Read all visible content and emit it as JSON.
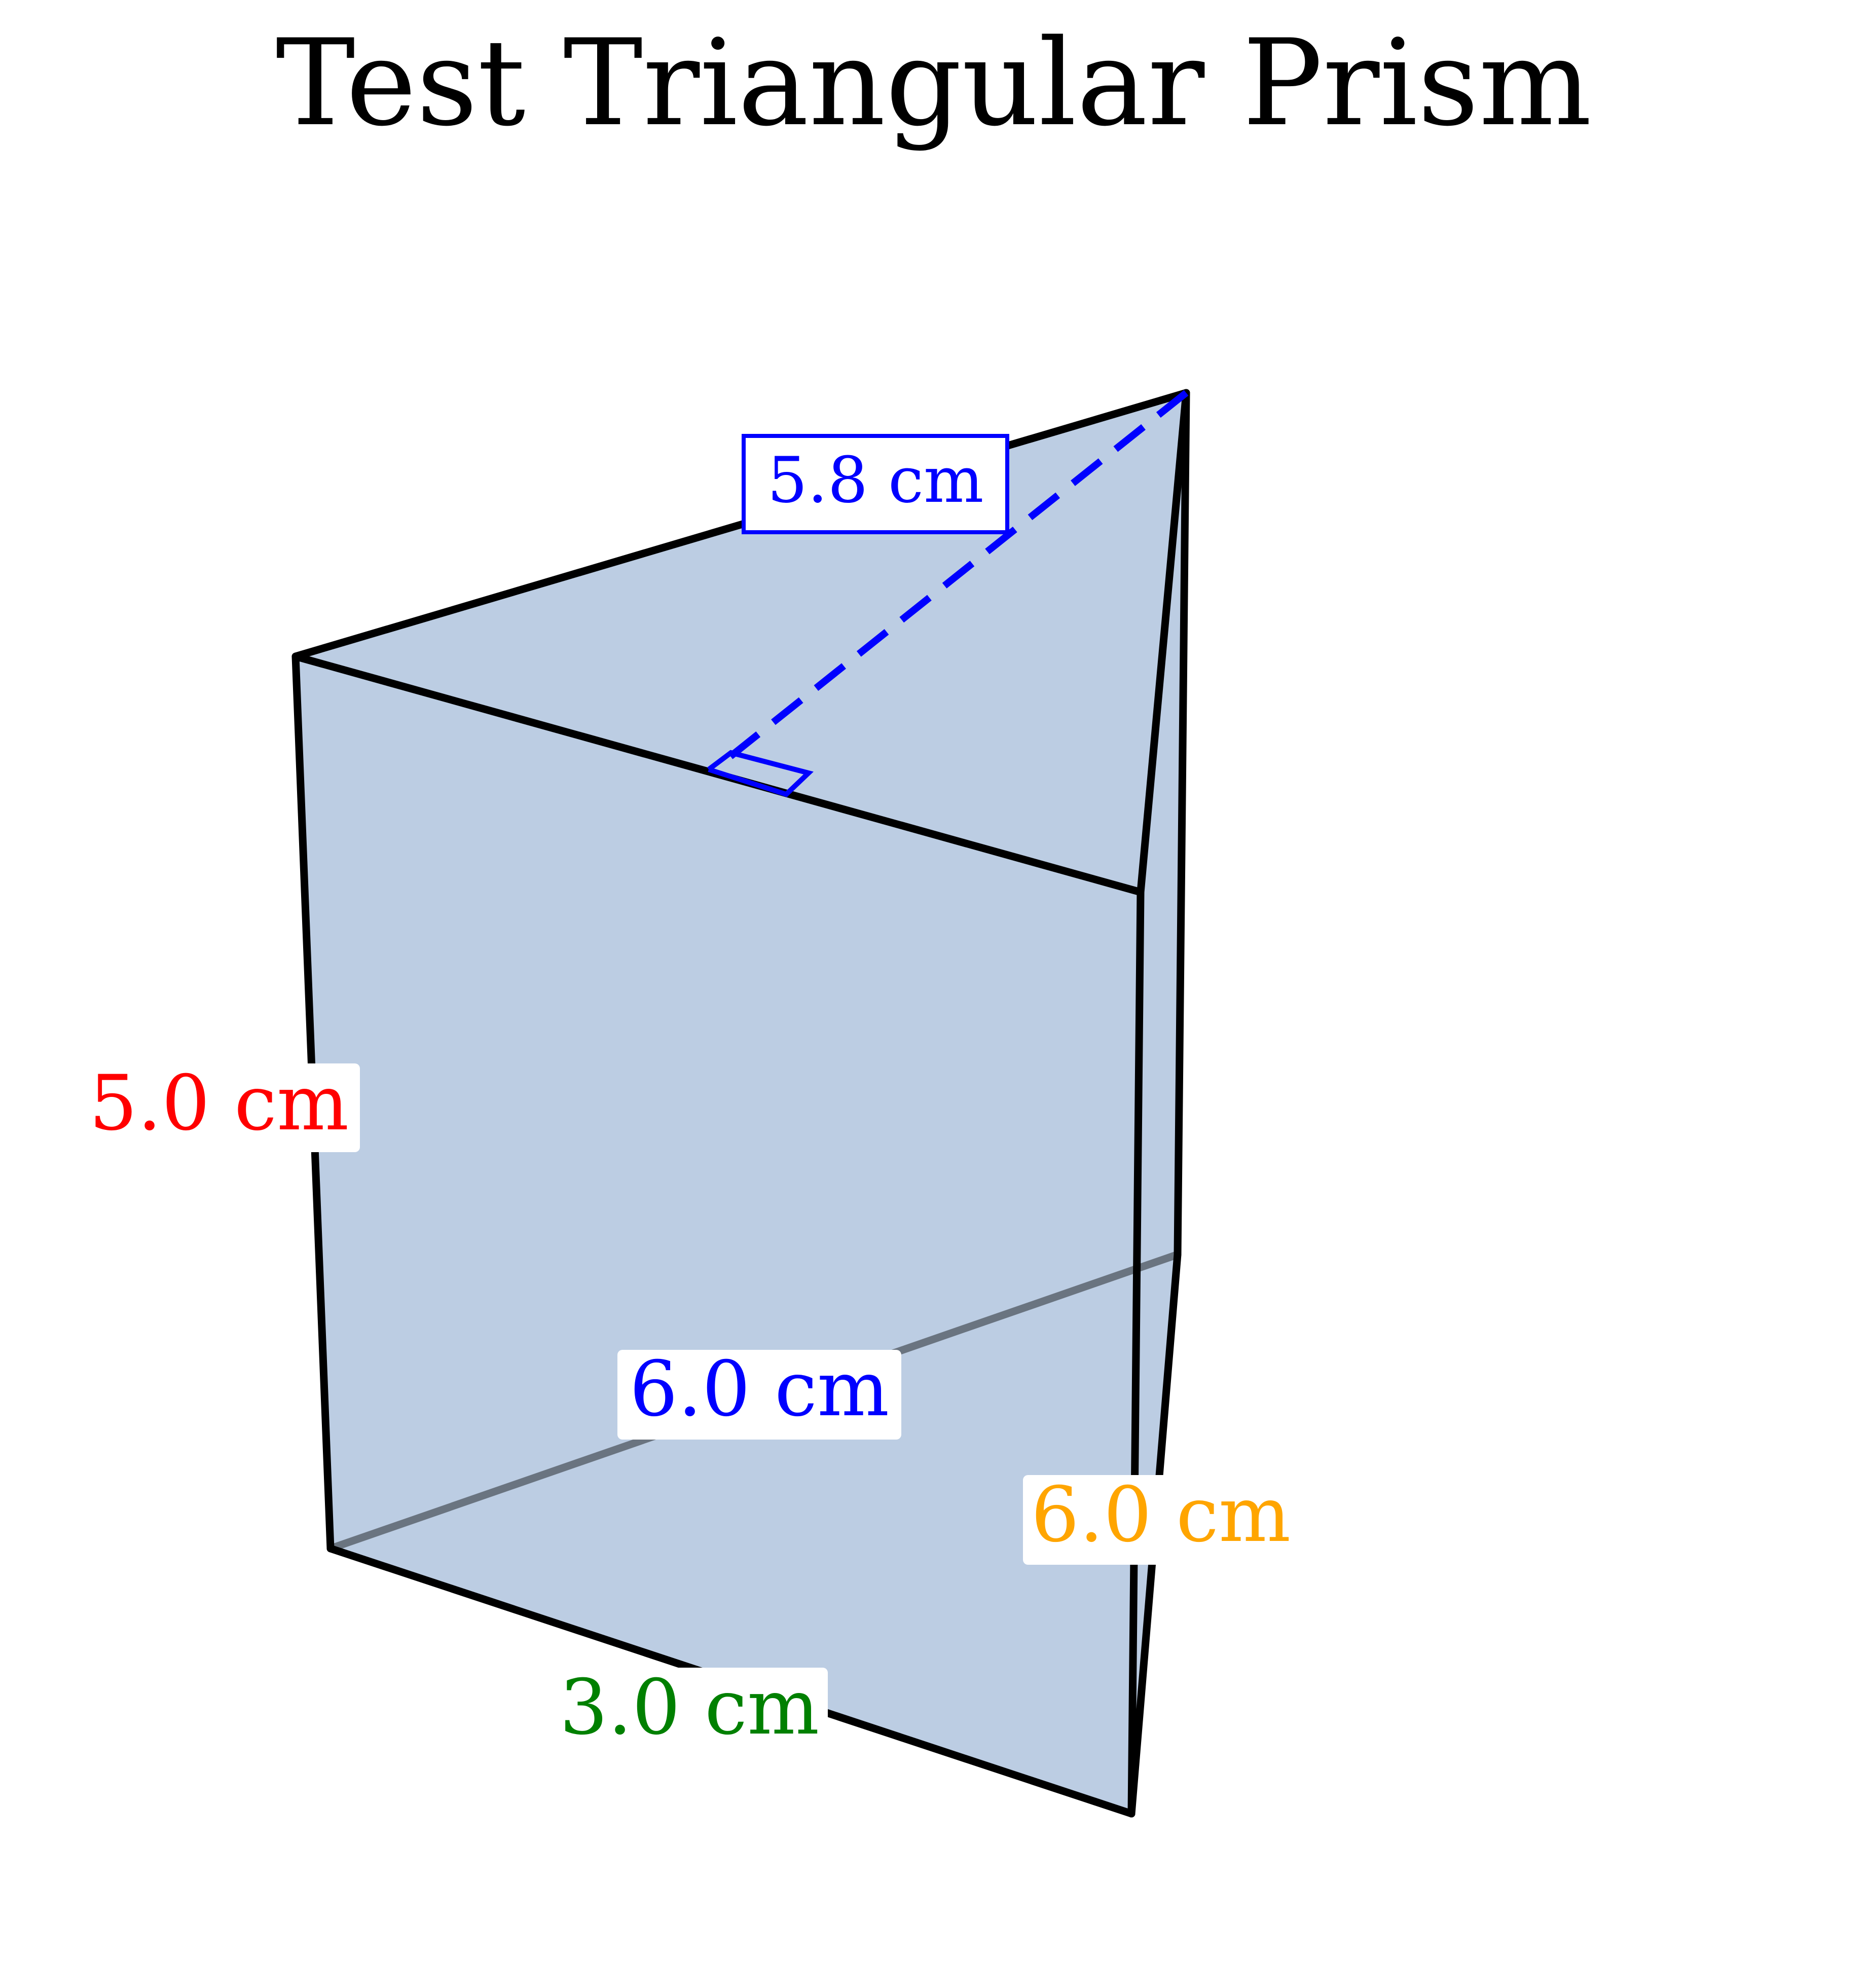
{
  "title": "Test Triangular Prism",
  "labels": {
    "height": "5.0 cm",
    "slant_height": "5.8 cm",
    "base_back": "6.0 cm",
    "length": "6.0 cm",
    "base_front": "3.0 cm"
  },
  "colors": {
    "fill": "#bccde3",
    "edge": "#000000",
    "hidden_edge": "#6a7480",
    "height_label": "#ff0000",
    "slant_label": "#0000ff",
    "base_back_label": "#0000ff",
    "length_label": "#ffa500",
    "base_front_label": "#008000",
    "background": "#ffffff"
  }
}
